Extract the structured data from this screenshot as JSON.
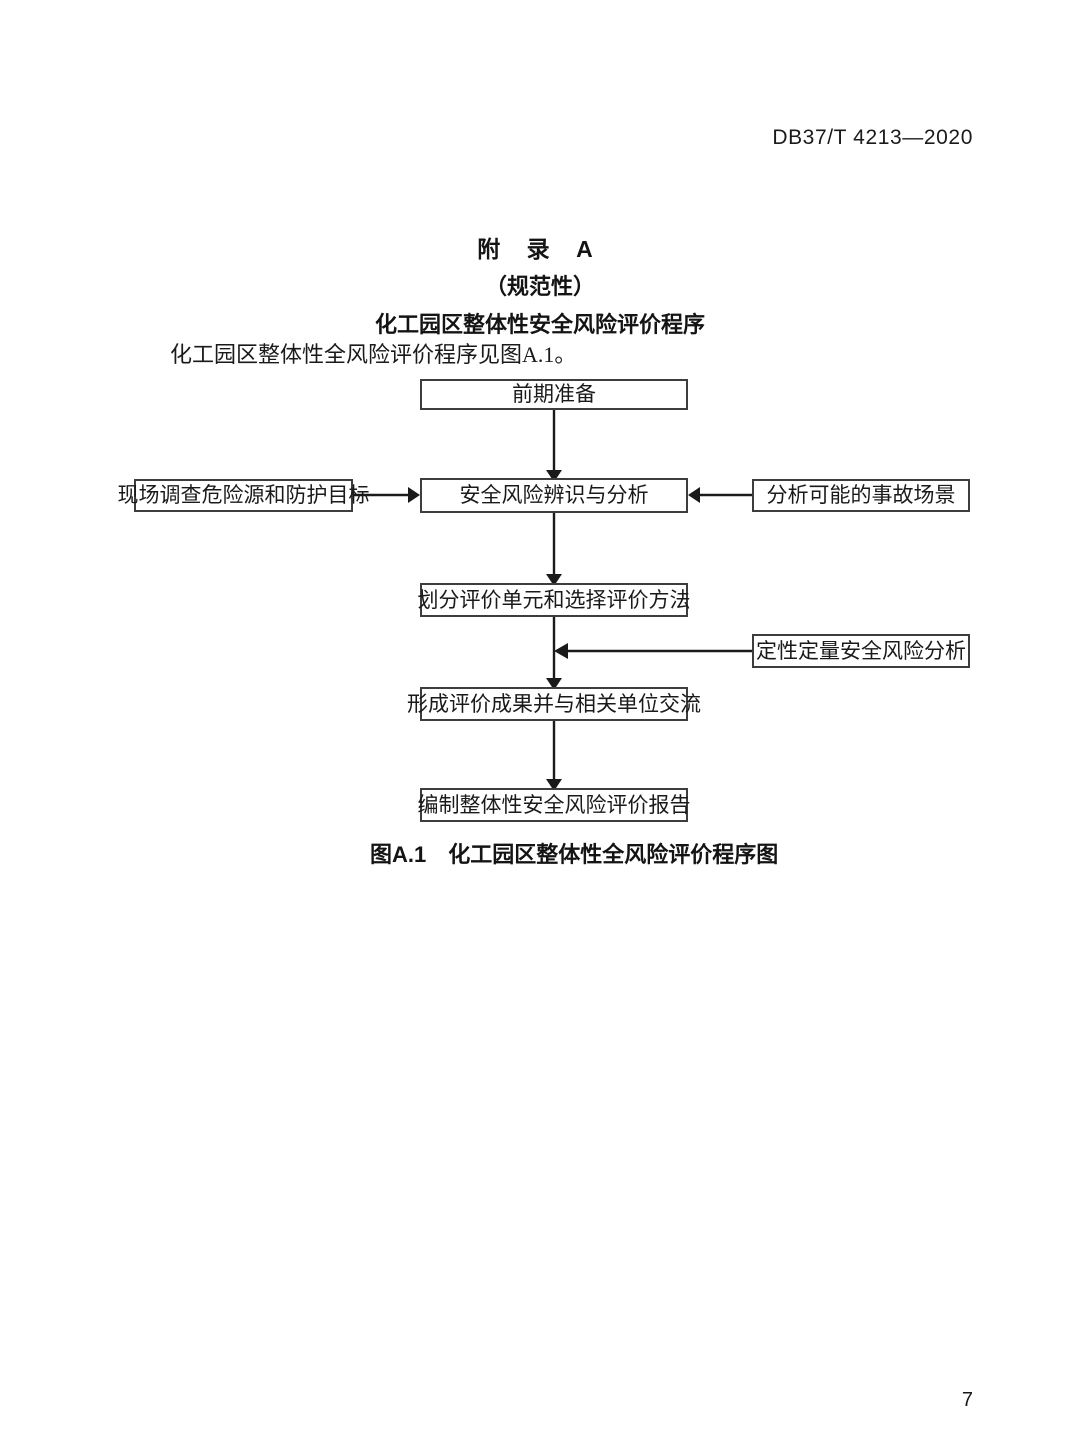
{
  "document": {
    "header_standard_code": "DB37/T 4213—2020",
    "page_number": "7"
  },
  "annex": {
    "title": "附 录 A",
    "kind": "（规范性）",
    "name": "化工园区整体性安全风险评价程序",
    "intro": "化工园区整体性全风险评价程序见图A.1。"
  },
  "figure": {
    "label": "图A.1",
    "caption": "化工园区整体性全风险评价程序图",
    "nodes": {
      "prep": "前期准备",
      "survey": "现场调查危险源和防护目标",
      "identify": "安全风险辨识与分析",
      "scenario": "分析可能的事故场景",
      "unit_method": "划分评价单元和选择评价方法",
      "qual_quant": "定性定量安全风险分析",
      "results": "形成评价成果并与相关单位交流",
      "report": "编制整体性安全风险评价报告"
    }
  },
  "colors": {
    "text": "#1a1a1a",
    "box_border": "#3d3d3d",
    "connector": "#1a1a1a",
    "page_background": "#ffffff"
  }
}
